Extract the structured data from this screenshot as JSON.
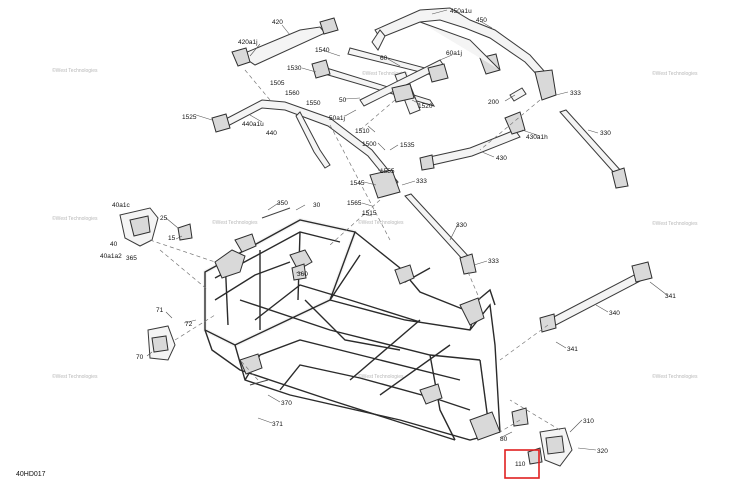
{
  "figure_code": "40HD017",
  "watermark": "©West Technologies",
  "highlight_color": "#e02020",
  "callouts": [
    {
      "id": "c420",
      "text": "420"
    },
    {
      "id": "c420a1j",
      "text": "420a1j"
    },
    {
      "id": "c450a1u",
      "text": "450a1u"
    },
    {
      "id": "c450",
      "text": "450"
    },
    {
      "id": "c1540",
      "text": "1540"
    },
    {
      "id": "c1530",
      "text": "1530"
    },
    {
      "id": "c1505",
      "text": "1505"
    },
    {
      "id": "c1560",
      "text": "1560"
    },
    {
      "id": "c1550",
      "text": "1550"
    },
    {
      "id": "c60",
      "text": "60"
    },
    {
      "id": "c60a1j",
      "text": "60a1j"
    },
    {
      "id": "c50",
      "text": "50"
    },
    {
      "id": "c1520",
      "text": "1520"
    },
    {
      "id": "c200",
      "text": "200"
    },
    {
      "id": "c333a",
      "text": "333"
    },
    {
      "id": "c1525",
      "text": "1525"
    },
    {
      "id": "c440a1u",
      "text": "440a1u"
    },
    {
      "id": "c440",
      "text": "440"
    },
    {
      "id": "c50a1j",
      "text": "50a1j"
    },
    {
      "id": "c1510",
      "text": "1510"
    },
    {
      "id": "c430a1h",
      "text": "430a1h"
    },
    {
      "id": "c330a",
      "text": "330"
    },
    {
      "id": "c1500",
      "text": "1500"
    },
    {
      "id": "c1535",
      "text": "1535"
    },
    {
      "id": "c1555",
      "text": "1555"
    },
    {
      "id": "c1545",
      "text": "1545"
    },
    {
      "id": "c333b",
      "text": "333"
    },
    {
      "id": "c430",
      "text": "430"
    },
    {
      "id": "c40a1c",
      "text": "40a1c"
    },
    {
      "id": "c25",
      "text": "25"
    },
    {
      "id": "c15",
      "text": "15"
    },
    {
      "id": "c350",
      "text": "350"
    },
    {
      "id": "c30",
      "text": "30"
    },
    {
      "id": "c1565",
      "text": "1565"
    },
    {
      "id": "c1515",
      "text": "1515"
    },
    {
      "id": "c40",
      "text": "40"
    },
    {
      "id": "c40a1a2",
      "text": "40a1a2"
    },
    {
      "id": "c365",
      "text": "365"
    },
    {
      "id": "c330b",
      "text": "330"
    },
    {
      "id": "c333c",
      "text": "333"
    },
    {
      "id": "c360",
      "text": "360"
    },
    {
      "id": "c341a",
      "text": "341"
    },
    {
      "id": "c71",
      "text": "71"
    },
    {
      "id": "c72",
      "text": "72"
    },
    {
      "id": "c340",
      "text": "340"
    },
    {
      "id": "c70",
      "text": "70"
    },
    {
      "id": "c341b",
      "text": "341"
    },
    {
      "id": "c370",
      "text": "370"
    },
    {
      "id": "c371",
      "text": "371"
    },
    {
      "id": "c310",
      "text": "310"
    },
    {
      "id": "c80",
      "text": "80"
    },
    {
      "id": "c320",
      "text": "320"
    },
    {
      "id": "c110",
      "text": "110"
    }
  ]
}
